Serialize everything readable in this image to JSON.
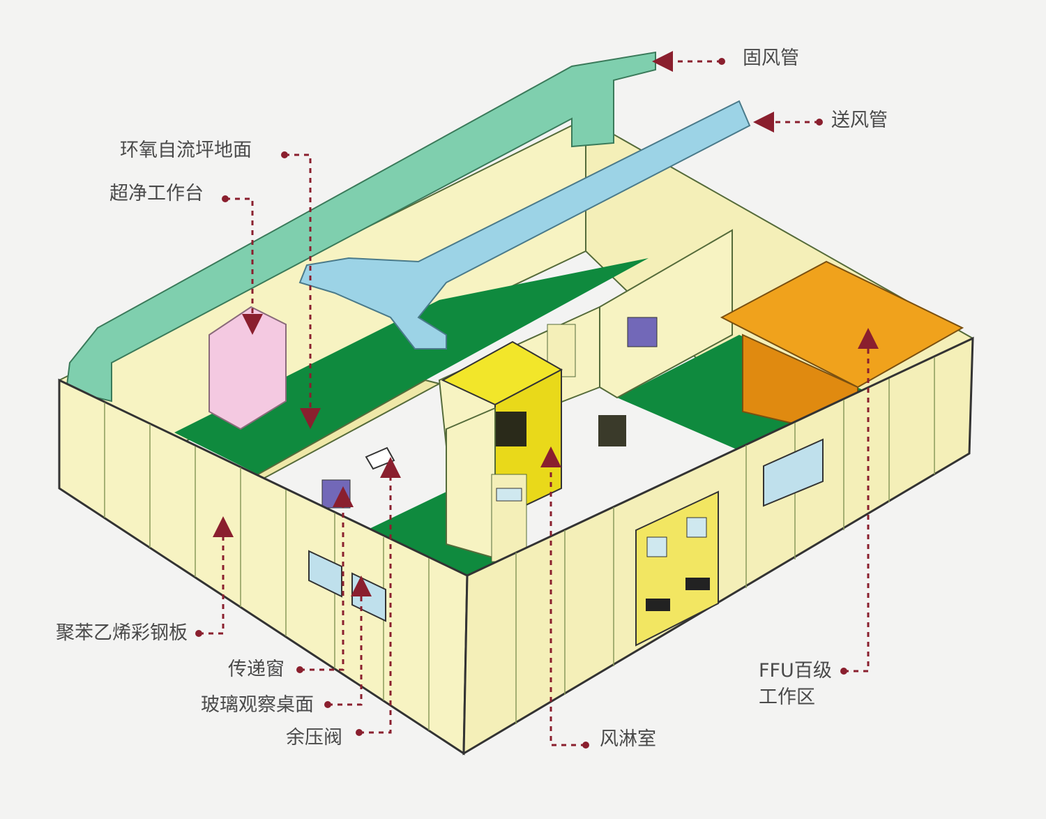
{
  "diagram": {
    "labels": {
      "return_duct": "固风管",
      "supply_duct": "送风管",
      "epoxy_floor": "环氧自流坪地面",
      "clean_bench": "超净工作台",
      "eps_panel": "聚苯乙烯彩钢板",
      "pass_box": "传递窗",
      "glass_window": "玻璃观察桌面",
      "pressure_valve": "余压阀",
      "air_shower": "风淋室",
      "ffu_line1": "FFU百级",
      "ffu_line2": "工作区"
    },
    "colors": {
      "wall": "#f7f3c2",
      "floor": "#0f8a3e",
      "return_duct": "#7fcfae",
      "supply_duct": "#9cd3e6",
      "ffu": "#f0a21c",
      "air_shower": "#f2e62a",
      "clean_bench": "#f4c9e1",
      "leader": "#8a1f2e"
    }
  }
}
